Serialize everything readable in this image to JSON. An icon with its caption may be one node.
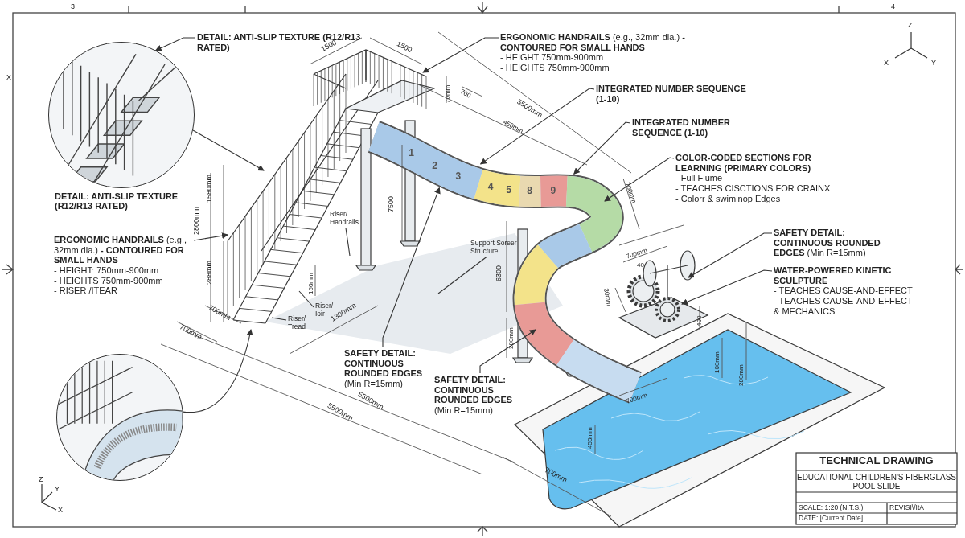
{
  "diagram": {
    "nodes": [
      {
        "text": [
          "DETAIL: ANTI-SLIP TEXTURE (R12/R13 RATED)"
        ]
      },
      {
        "text": [],
        "shape": "picture",
        "beside": [
          "DETAIL: ANTI-SLIP TEXTURE (R12/R13 RATED)"
        ]
      },
      {
        "text": [
          "**ERGONOMIC HANDRAILS** (e.g., 32mm dia.) **- CONTOURED FOR SMALL HANDS**",
          "- HEIGHT: 750mm-900mm",
          "- HEIGHTS 750mm-900mm",
          "- RISER /ITEAR"
        ]
      },
      {
        "text": [
          "**ERGONOMIC HANDRAILS** (e.g., 32mm dia.) **- CONTOURED FOR SMALL HANDS**",
          "- HEIGHT 750mm-900mm",
          "- HEIGHTS 750mm-900mm"
        ]
      },
      {
        "text": [
          "INTEGRATED NUMBER SEQUENCE (1-10)"
        ]
      },
      {
        "text": [
          "INTEGRATED NUMBER SEQUENCE (1-10)"
        ]
      },
      {
        "text": [
          "COLOR-CODED SECTIONS FOR LEARNING (PRIMARY COLORS)",
          "- Full Flume",
          "- TEACHES CISCTIONS FOR CRAINX",
          "- Colorr & swiminop Edges"
        ]
      },
      {
        "text": [
          "**SAFETY DETAIL: CONTINUOUS ROUNDED EDGES** (Min R=15mm)"
        ]
      },
      {
        "text": [
          "WATER-POWERED KINETIC SCULPTURE",
          "- TEACHES CAUSE-AND-EFFECT",
          "- TEACHES CAUSE-AND-EFFECT & MECHANICS"
        ]
      },
      {
        "text": [
          "**SAFETY DETAIL: CONTINUOUS ROUNDED EDGES** (Min R=15mm)"
        ]
      },
      {
        "text": [
          "**SAFETY DETAIL: CONTINUOUS ROUNDED EDGES** (Min R=15mm)"
        ]
      },
      {
        "text": [
          "Riser/ Handrails"
        ]
      },
      {
        "text": [
          "Support Soreer Structure"
        ]
      },
      {
        "text": [
          "Riser/ Ioir"
        ]
      },
      {
        "text": [
          "Riser/ Tread"
        ]
      },
      {
        "text": [],
        "shape": "picture"
      }
    ],
    "edges": [
      {
        "from": 0,
        "to": 1,
        "arrow": "to"
      },
      {
        "from": 1,
        "to": null,
        "arrow": "to"
      },
      {
        "from": 2,
        "to": null,
        "arrow": "to"
      },
      {
        "from": 3,
        "to": null,
        "arrow": "to"
      },
      {
        "from": 4,
        "to": null,
        "arrow": "to"
      },
      {
        "from": 5,
        "to": null,
        "arrow": "to"
      },
      {
        "from": 6,
        "to": null,
        "arrow": "to"
      },
      {
        "from": 7,
        "to": null,
        "arrow": "to"
      },
      {
        "from": 8,
        "to": null,
        "arrow": "to"
      },
      {
        "from": 9,
        "to": null,
        "arrow": "to"
      },
      {
        "from": 10,
        "to": null,
        "arrow": "to"
      },
      {
        "from": 11,
        "to": null,
        "arrow": "none"
      },
      {
        "from": 12,
        "to": null,
        "arrow": "none"
      },
      {
        "from": 13,
        "to": null,
        "arrow": "none"
      },
      {
        "from": 14,
        "to": null,
        "arrow": "none"
      },
      {
        "from": 15,
        "to": null,
        "arrow": "to"
      }
    ],
    "labels": [
      "3",
      "4",
      "X",
      "Z",
      "X",
      "Y",
      "1500",
      "1500",
      "70mm",
      "700",
      "5500mm",
      "450mm",
      "1580mm",
      "2800mm",
      "288mm",
      "7500",
      "1",
      "2",
      "3",
      "4",
      "5",
      "8",
      "9",
      "700mm",
      "6300",
      "150mm",
      "700mm",
      "40",
      "30mm",
      "400",
      "700mm",
      "700mm",
      "1300mm",
      "280mm",
      "100mm",
      "280mm",
      "700mm",
      "5500mm",
      "5500mm",
      "450mm",
      "700mm",
      "Z",
      "Y",
      "X",
      "TECHNICAL DRAWING",
      "EDUCATIONAL CHILDREN'S FIBERGLASS POOL SLIDE",
      "SCALE: 1:20 (N.T.S.)",
      "REVISI\\/ItA",
      "DATE: [Current Date]"
    ]
  }
}
